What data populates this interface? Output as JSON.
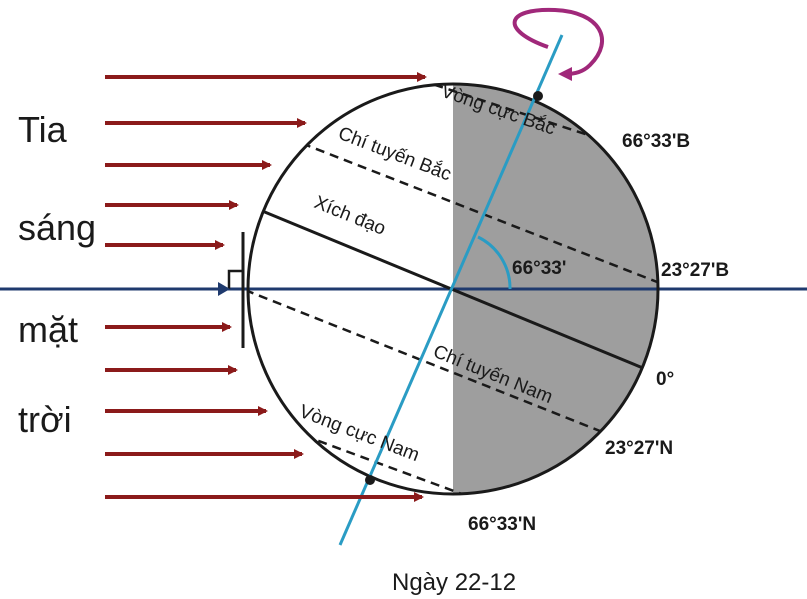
{
  "sun_label": [
    "Tia",
    "sáng",
    "mặt",
    "trời"
  ],
  "lines": {
    "arctic_circle": "Vòng cực Bắc",
    "tropic_cancer": "Chí tuyến Bắc",
    "equator": "Xích đạo",
    "tropic_capricorn": "Chí tuyến Nam",
    "antarctic_circle": "Vòng cực Nam"
  },
  "degrees": {
    "arctic": "66°33'B",
    "cancer": "23°27'B",
    "equator": "0°",
    "capricorn": "23°27'N",
    "antarctic": "66°33'N",
    "axis_angle": "66°33'"
  },
  "caption": "Ngày 22-12",
  "colors": {
    "sun_arrow": "#8b1a1a",
    "axis": "#2a9cc4",
    "rotation": "#a0287a",
    "night": "#9e9e9e",
    "plane": "#1f3a6e"
  }
}
